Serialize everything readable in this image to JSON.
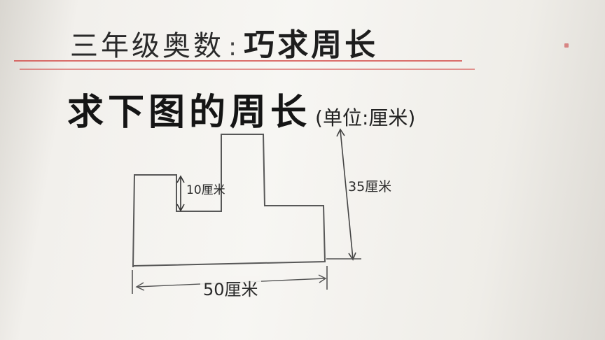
{
  "title": {
    "grade_topic": "三年级奥数",
    "separator": ":",
    "topic": "巧求周长"
  },
  "question": {
    "text": "求下图的周长",
    "unit_note": "(单位:厘米)"
  },
  "figure": {
    "notch_depth_label": "10厘米",
    "height_label": "35厘米",
    "width_label": "50厘米"
  },
  "colors": {
    "ink": "#1e1e1e",
    "pencil": "#555555",
    "rule_red": "#d2413f"
  }
}
